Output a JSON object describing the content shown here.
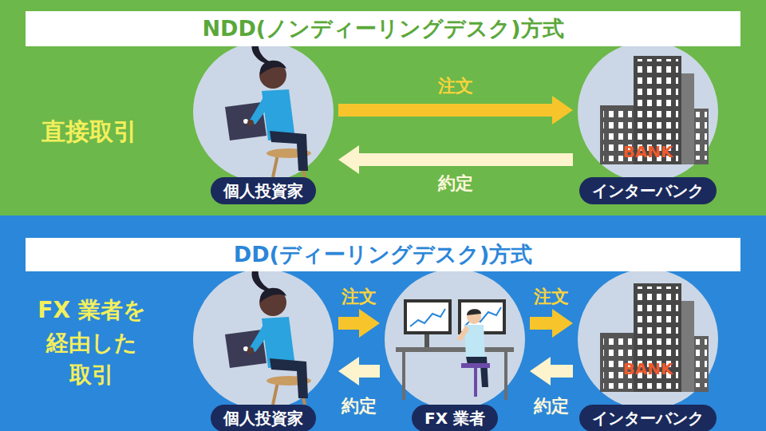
{
  "diagram": {
    "nodes": [
      {
        "text": [
          "NDD(ノンディーリングデスク)方式"
        ]
      },
      {
        "text": [
          "個人投資家"
        ]
      },
      {
        "text": [
          "インターバンク"
        ]
      },
      {
        "text": [
          "DD(ディーリングデスク)方式"
        ]
      },
      {
        "text": [
          "個人投資家"
        ]
      },
      {
        "text": [
          "FX 業者"
        ]
      },
      {
        "text": [
          "インターバンク"
        ]
      }
    ],
    "edges": [
      {
        "from": 1,
        "to": 2,
        "label": "注文",
        "arrow": "to"
      },
      {
        "from": 2,
        "to": 1,
        "label": "約定",
        "arrow": "to"
      },
      {
        "from": 4,
        "to": 5,
        "label": "注文",
        "arrow": "to"
      },
      {
        "from": 5,
        "to": 6,
        "label": "注文",
        "arrow": "to"
      },
      {
        "from": 6,
        "to": 5,
        "label": "約定",
        "arrow": "to"
      },
      {
        "from": 5,
        "to": 4,
        "label": "約定",
        "arrow": "to"
      }
    ],
    "labels": [
      "直接取引",
      "BANK",
      "FX 業者を経由した取引",
      "BANK"
    ]
  }
}
